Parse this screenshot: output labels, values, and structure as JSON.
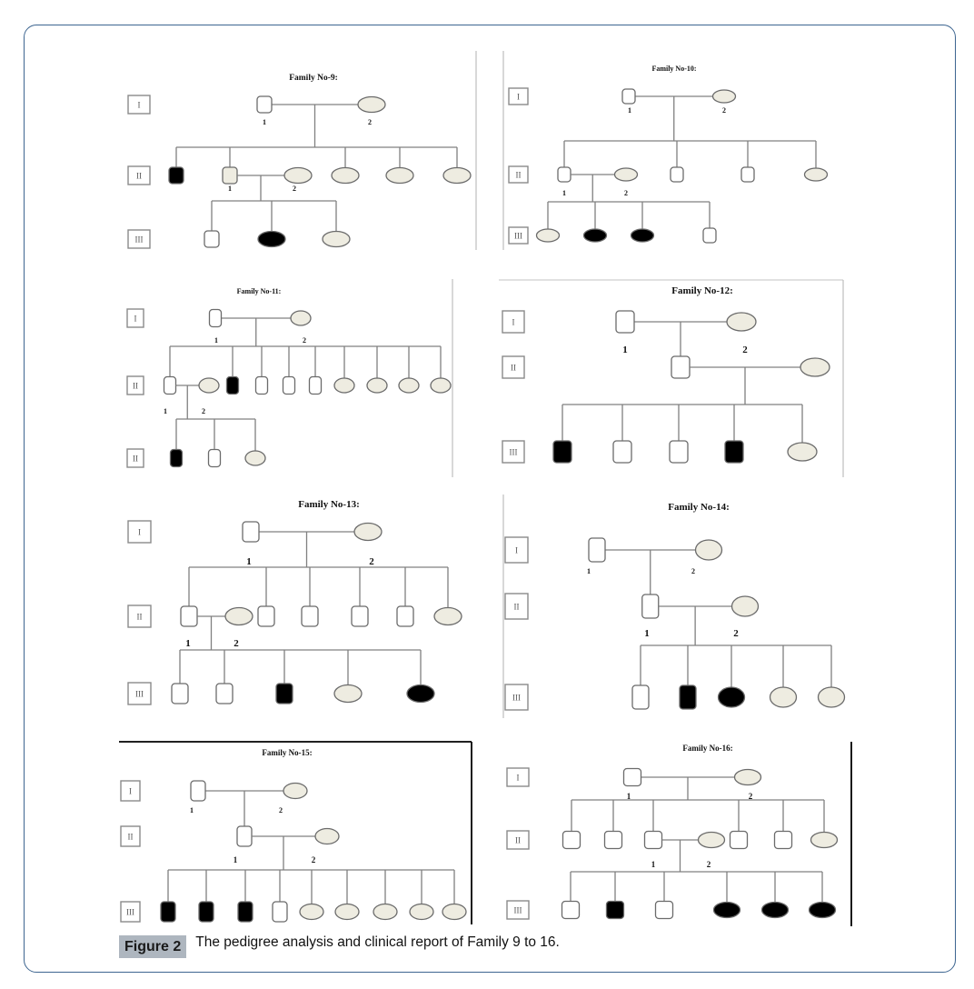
{
  "figure": {
    "badge": "Figure 2",
    "caption": "The pedigree analysis and clinical report of Family 9 to 16."
  },
  "colors": {
    "card_border": "#3d6590",
    "line": "#808080",
    "female_fill": "#eeece1",
    "affected_fill": "#000000",
    "unaffected_male_fill": "#ffffff",
    "carrier_fill": "#eeece1"
  },
  "legend_note": "square = male, ellipse = female, black = affected",
  "families": [
    {
      "id": "family-9",
      "title": "Family No-9:",
      "generation_labels": [
        "I",
        "II",
        "III"
      ],
      "generations": [
        {
          "label": "I",
          "individuals": [
            {
              "sex": "male",
              "status": "unaffected",
              "number": "1"
            },
            {
              "sex": "female",
              "status": "unaffected",
              "number": "2"
            }
          ]
        },
        {
          "label": "II",
          "individuals": [
            {
              "sex": "male",
              "status": "affected"
            },
            {
              "sex": "male",
              "status": "shaded",
              "number": "1",
              "spouse": {
                "sex": "female",
                "status": "unaffected",
                "number": "2"
              }
            },
            {
              "sex": "female",
              "status": "unaffected"
            },
            {
              "sex": "female",
              "status": "unaffected"
            },
            {
              "sex": "female",
              "status": "unaffected"
            }
          ]
        },
        {
          "label": "III",
          "individuals": [
            {
              "sex": "male",
              "status": "unaffected"
            },
            {
              "sex": "female",
              "status": "affected"
            },
            {
              "sex": "female",
              "status": "unaffected"
            }
          ]
        }
      ]
    },
    {
      "id": "family-10",
      "title": "Family No-10:",
      "generation_labels": [
        "I",
        "II",
        "III"
      ],
      "generations": [
        {
          "label": "I",
          "individuals": [
            {
              "sex": "male",
              "status": "unaffected",
              "number": "1"
            },
            {
              "sex": "female",
              "status": "unaffected",
              "number": "2"
            }
          ]
        },
        {
          "label": "II",
          "individuals": [
            {
              "sex": "male",
              "status": "unaffected",
              "number": "1",
              "spouse": {
                "sex": "female",
                "status": "unaffected",
                "number": "2"
              }
            },
            {
              "sex": "male",
              "status": "unaffected"
            },
            {
              "sex": "male",
              "status": "unaffected"
            },
            {
              "sex": "female",
              "status": "unaffected"
            }
          ]
        },
        {
          "label": "III",
          "individuals": [
            {
              "sex": "female",
              "status": "unaffected"
            },
            {
              "sex": "female",
              "status": "affected"
            },
            {
              "sex": "female",
              "status": "affected"
            },
            {
              "sex": "male",
              "status": "unaffected"
            }
          ]
        }
      ]
    },
    {
      "id": "family-11",
      "title": "Family No-11:",
      "generation_labels": [
        "I",
        "II",
        "II"
      ],
      "generations": [
        {
          "label": "I",
          "individuals": [
            {
              "sex": "male",
              "status": "unaffected"
            },
            {
              "sex": "female",
              "status": "unaffected"
            }
          ]
        },
        {
          "label": "II",
          "numbers": [
            "1",
            "2"
          ],
          "individuals": [
            {
              "sex": "male",
              "status": "unaffected",
              "spouse": {
                "sex": "female",
                "status": "unaffected"
              }
            },
            {
              "sex": "male",
              "status": "affected"
            },
            {
              "sex": "male",
              "status": "unaffected"
            },
            {
              "sex": "male",
              "status": "unaffected"
            },
            {
              "sex": "male",
              "status": "unaffected"
            },
            {
              "sex": "female",
              "status": "unaffected"
            },
            {
              "sex": "female",
              "status": "unaffected"
            },
            {
              "sex": "female",
              "status": "unaffected"
            },
            {
              "sex": "female",
              "status": "unaffected"
            }
          ]
        },
        {
          "label": "II",
          "numbers": [
            "1",
            "2"
          ],
          "individuals": [
            {
              "sex": "male",
              "status": "affected"
            },
            {
              "sex": "male",
              "status": "unaffected"
            },
            {
              "sex": "female",
              "status": "unaffected"
            }
          ]
        }
      ]
    },
    {
      "id": "family-12",
      "title": "Family No-12:",
      "generation_labels": [
        "I",
        "II",
        "III"
      ],
      "generations": [
        {
          "label": "I",
          "numbers": [
            "1",
            "2"
          ],
          "individuals": [
            {
              "sex": "male",
              "status": "unaffected"
            },
            {
              "sex": "female",
              "status": "unaffected"
            }
          ]
        },
        {
          "label": "II",
          "individuals": [
            {
              "sex": "male",
              "status": "unaffected",
              "spouse": {
                "sex": "female",
                "status": "unaffected"
              }
            }
          ]
        },
        {
          "label": "III",
          "individuals": [
            {
              "sex": "male",
              "status": "affected"
            },
            {
              "sex": "male",
              "status": "unaffected"
            },
            {
              "sex": "male",
              "status": "unaffected"
            },
            {
              "sex": "male",
              "status": "affected"
            },
            {
              "sex": "female",
              "status": "unaffected"
            }
          ]
        }
      ]
    },
    {
      "id": "family-13",
      "title": "Family No-13:",
      "generation_labels": [
        "I",
        "II",
        "III"
      ],
      "generations": [
        {
          "label": "I",
          "individuals": [
            {
              "sex": "male",
              "status": "unaffected"
            },
            {
              "sex": "female",
              "status": "unaffected"
            }
          ]
        },
        {
          "label": "II",
          "numbers": [
            "1",
            "2"
          ],
          "individuals": [
            {
              "sex": "male",
              "status": "unaffected",
              "spouse": {
                "sex": "female",
                "status": "unaffected"
              }
            },
            {
              "sex": "male",
              "status": "unaffected"
            },
            {
              "sex": "male",
              "status": "unaffected"
            },
            {
              "sex": "male",
              "status": "unaffected"
            },
            {
              "sex": "male",
              "status": "unaffected"
            },
            {
              "sex": "female",
              "status": "unaffected"
            }
          ]
        },
        {
          "label": "III",
          "numbers": [
            "1",
            "2"
          ],
          "individuals": [
            {
              "sex": "male",
              "status": "unaffected"
            },
            {
              "sex": "male",
              "status": "unaffected"
            },
            {
              "sex": "male",
              "status": "affected"
            },
            {
              "sex": "female",
              "status": "unaffected"
            },
            {
              "sex": "female",
              "status": "affected"
            }
          ]
        }
      ]
    },
    {
      "id": "family-14",
      "title": "Family No-14:",
      "generation_labels": [
        "I",
        "II",
        "III"
      ],
      "generations": [
        {
          "label": "I",
          "individuals": [
            {
              "sex": "male",
              "status": "unaffected",
              "number": "1"
            },
            {
              "sex": "female",
              "status": "unaffected",
              "number": "2"
            }
          ]
        },
        {
          "label": "II",
          "numbers": [
            "1",
            "2"
          ],
          "individuals": [
            {
              "sex": "male",
              "status": "unaffected",
              "spouse": {
                "sex": "female",
                "status": "unaffected"
              }
            }
          ]
        },
        {
          "label": "III",
          "individuals": [
            {
              "sex": "male",
              "status": "unaffected"
            },
            {
              "sex": "male",
              "status": "affected"
            },
            {
              "sex": "female",
              "status": "affected"
            },
            {
              "sex": "female",
              "status": "unaffected"
            },
            {
              "sex": "female",
              "status": "unaffected"
            }
          ]
        }
      ]
    },
    {
      "id": "family-15",
      "title": "Family No-15:",
      "generation_labels": [
        "I",
        "II",
        "III"
      ],
      "generations": [
        {
          "label": "I",
          "individuals": [
            {
              "sex": "male",
              "status": "unaffected",
              "number": "1"
            },
            {
              "sex": "female",
              "status": "unaffected",
              "number": "2"
            }
          ]
        },
        {
          "label": "II",
          "numbers": [
            "1",
            "2"
          ],
          "individuals": [
            {
              "sex": "male",
              "status": "unaffected",
              "spouse": {
                "sex": "female",
                "status": "unaffected"
              }
            }
          ]
        },
        {
          "label": "III",
          "individuals": [
            {
              "sex": "male",
              "status": "affected"
            },
            {
              "sex": "male",
              "status": "affected"
            },
            {
              "sex": "male",
              "status": "affected"
            },
            {
              "sex": "male",
              "status": "unaffected"
            },
            {
              "sex": "female",
              "status": "unaffected"
            },
            {
              "sex": "female",
              "status": "unaffected"
            },
            {
              "sex": "female",
              "status": "unaffected"
            },
            {
              "sex": "female",
              "status": "unaffected"
            },
            {
              "sex": "female",
              "status": "unaffected"
            }
          ]
        }
      ]
    },
    {
      "id": "family-16",
      "title": "Family No-16:",
      "generation_labels": [
        "I",
        "II",
        "III"
      ],
      "generations": [
        {
          "label": "I",
          "individuals": [
            {
              "sex": "male",
              "status": "unaffected"
            },
            {
              "sex": "female",
              "status": "unaffected"
            }
          ]
        },
        {
          "label": "II",
          "numbers": [
            "1",
            "2"
          ],
          "individuals": [
            {
              "sex": "male",
              "status": "unaffected"
            },
            {
              "sex": "male",
              "status": "unaffected"
            },
            {
              "sex": "male",
              "status": "unaffected",
              "spouse": {
                "sex": "female",
                "status": "unaffected"
              }
            },
            {
              "sex": "male",
              "status": "unaffected"
            },
            {
              "sex": "male",
              "status": "unaffected"
            },
            {
              "sex": "female",
              "status": "unaffected"
            }
          ]
        },
        {
          "label": "III",
          "numbers": [
            "1",
            "2"
          ],
          "individuals": [
            {
              "sex": "male",
              "status": "unaffected"
            },
            {
              "sex": "male",
              "status": "affected"
            },
            {
              "sex": "male",
              "status": "unaffected"
            },
            {
              "sex": "female",
              "status": "affected"
            },
            {
              "sex": "female",
              "status": "affected"
            },
            {
              "sex": "female",
              "status": "affected"
            }
          ]
        }
      ]
    }
  ]
}
